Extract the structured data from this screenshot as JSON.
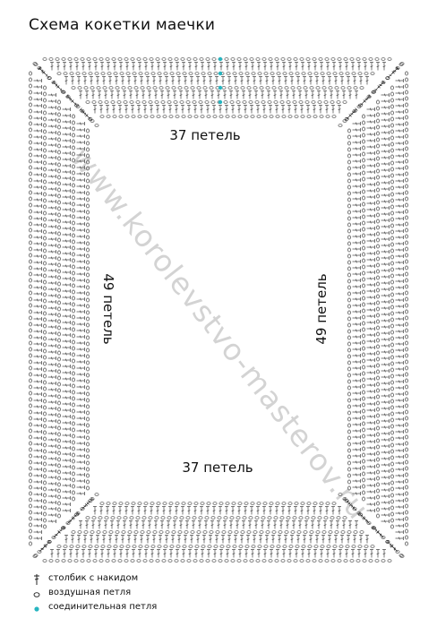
{
  "title": "Схема кокетки маечки",
  "labels": {
    "top": "37 петель",
    "bottom": "37 петель",
    "left": "49 петель",
    "right": "49 петель"
  },
  "watermark": "www.korolevstvo-masterov.ru",
  "legend": [
    {
      "symbol": "dc-symbol-icon",
      "text": "столбик с накидом"
    },
    {
      "symbol": "chain-symbol-icon",
      "text": "воздушная петля"
    },
    {
      "symbol": "slip-stitch-icon",
      "text": "соединительная петля"
    }
  ],
  "colors": {
    "ink": "#222222",
    "slip_stitch": "#27b5c0",
    "watermark": "#8c8c8c"
  }
}
